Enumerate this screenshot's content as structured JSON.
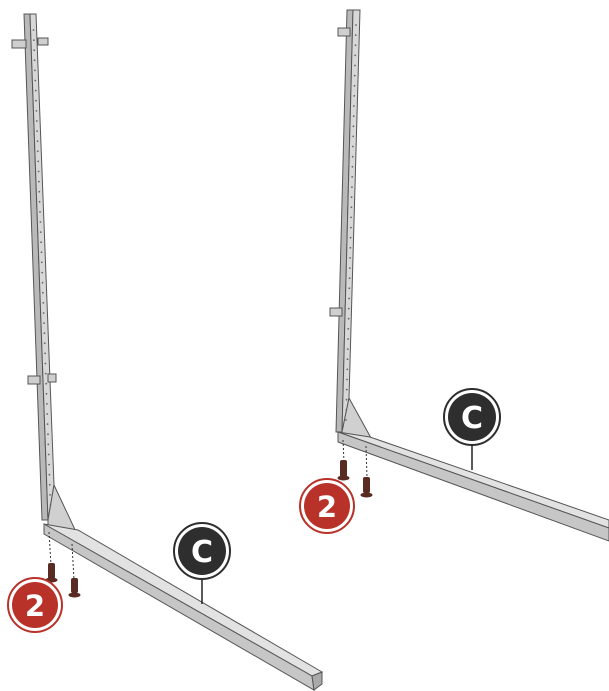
{
  "diagram": {
    "callouts": [
      {
        "label": "C",
        "meaning": "part-c-label",
        "color": "#2e2e2e"
      },
      {
        "label": "2",
        "meaning": "step-quantity-label",
        "color": "#c0392b"
      }
    ],
    "colors": {
      "frame_face": "#d7d7d7",
      "frame_side": "#b7b7b7",
      "frame_outline": "#555555",
      "screw": "#5a2b22",
      "badge_dark": "#2e2e2e",
      "badge_red": "#b8322a"
    }
  }
}
